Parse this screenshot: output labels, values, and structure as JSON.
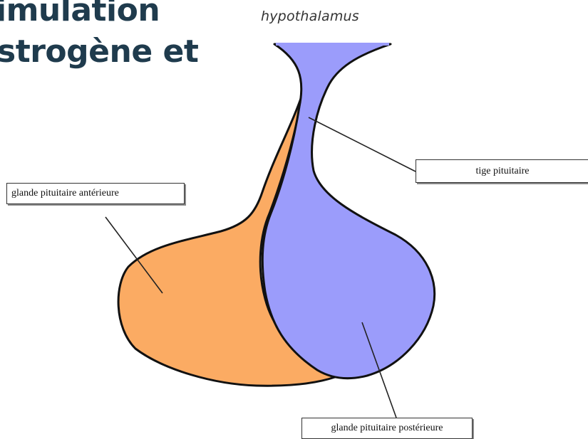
{
  "slide": {
    "title_line_1": "imulation",
    "title_line_2": "strogène et"
  },
  "diagram": {
    "hypothalamus_label": "hypothalamus",
    "labels": {
      "anterior": "glande pituitaire antérieure",
      "stalk": "tige pituitaire",
      "posterior": "glande pituitaire postérieure"
    },
    "colors": {
      "anterior_lobe": "#fbab63",
      "posterior_lobe": "#9b9cfb",
      "title_text": "#1f3b4d"
    }
  }
}
